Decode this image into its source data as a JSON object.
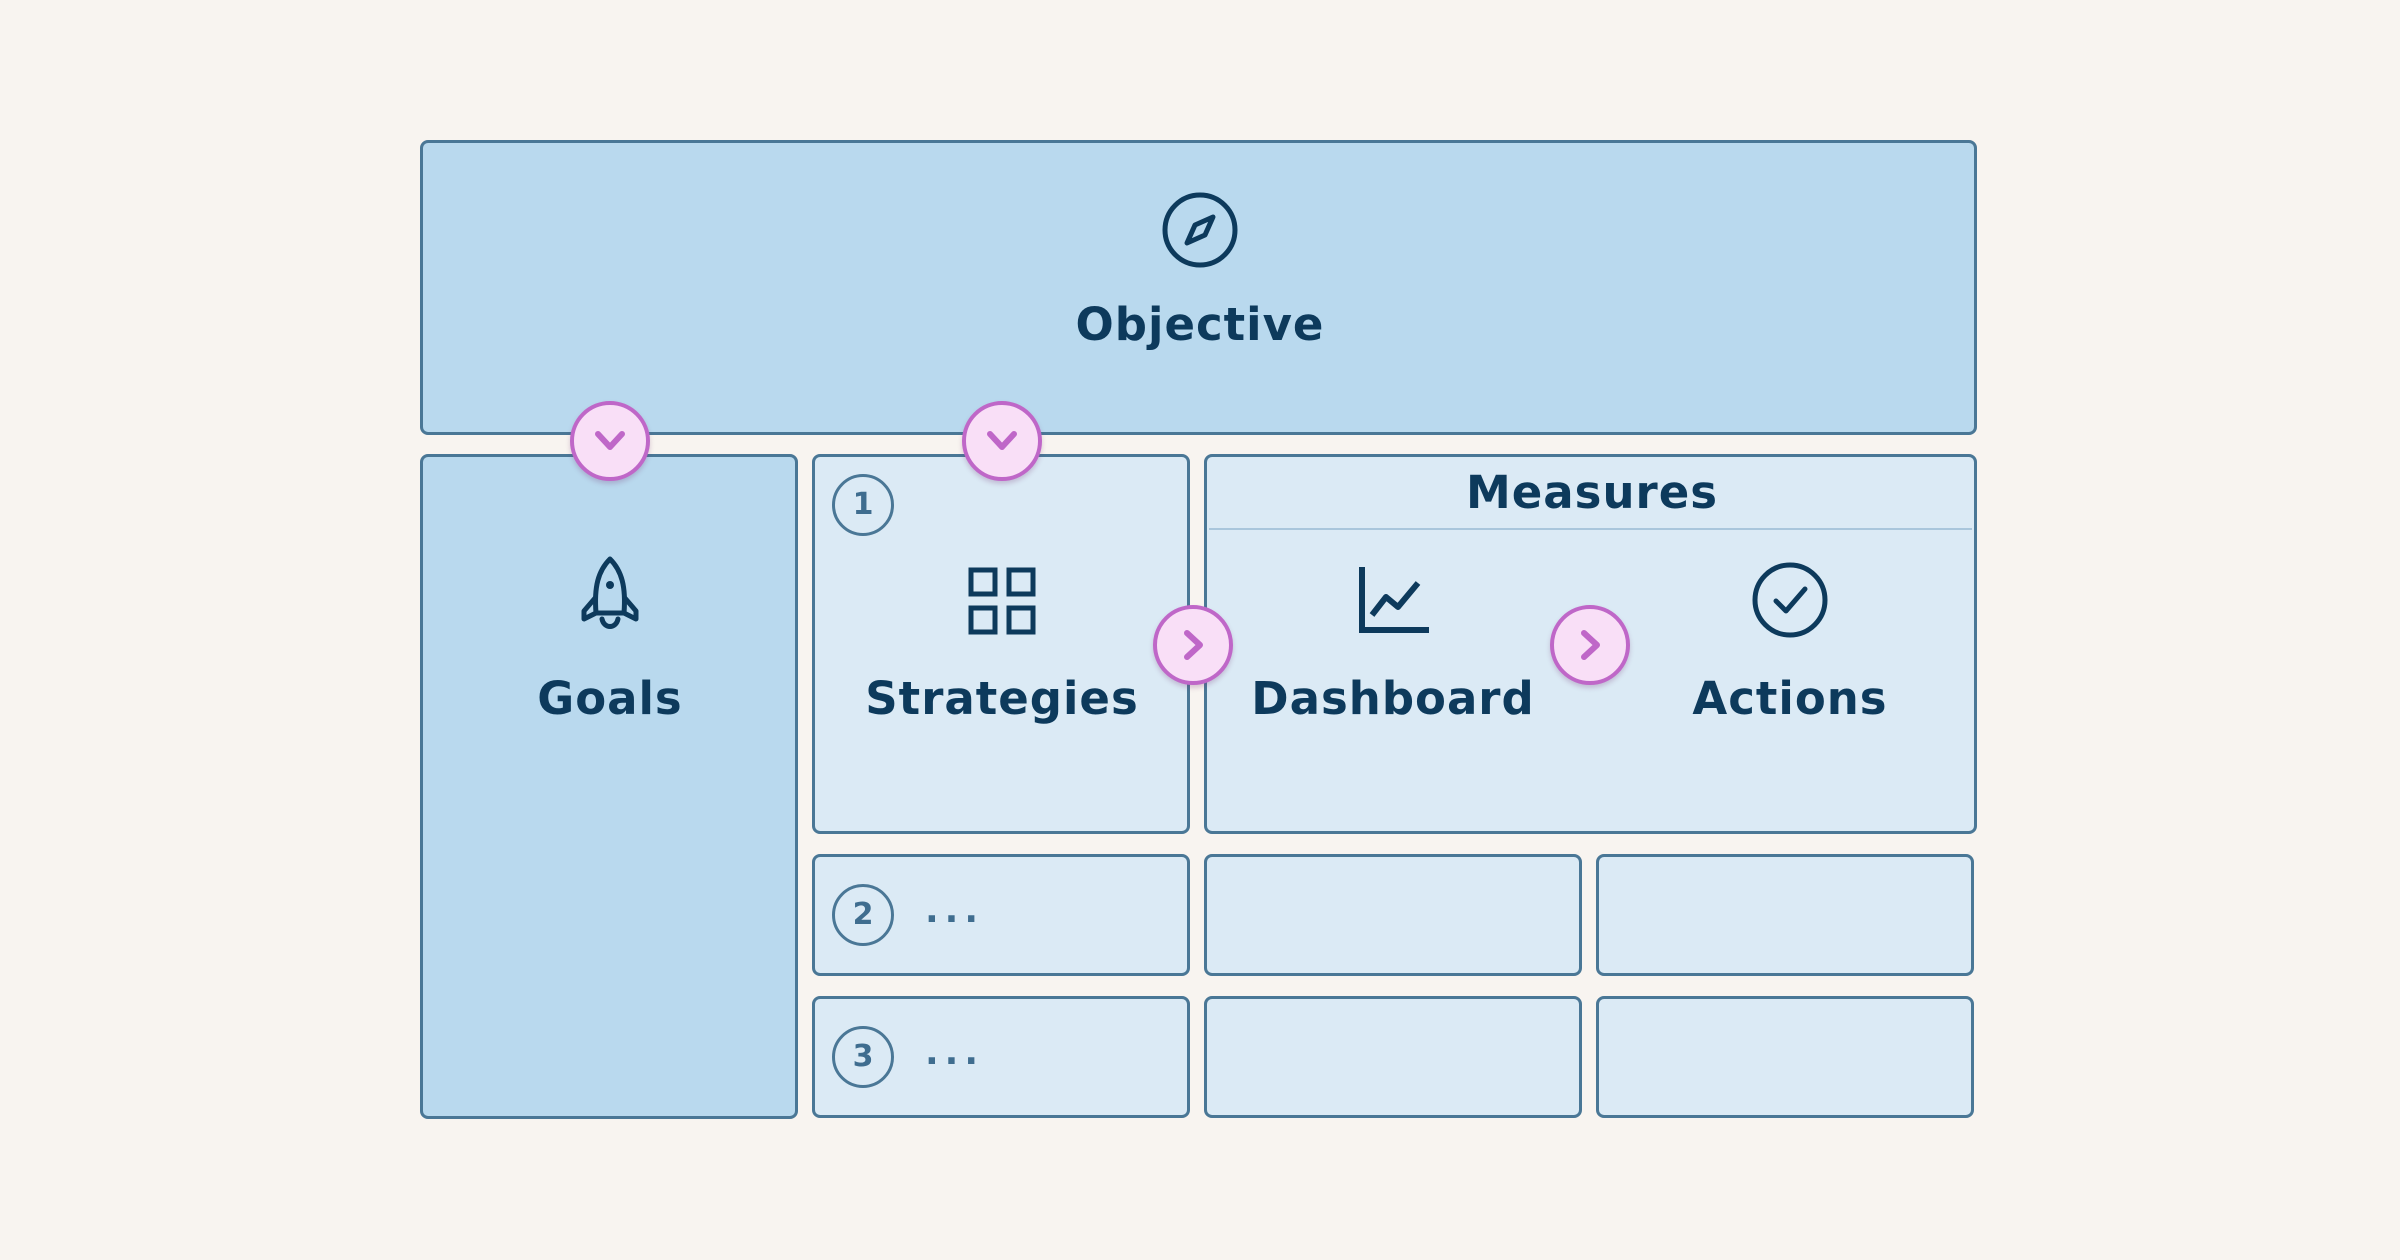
{
  "objective": {
    "label": "Objective",
    "icon": "compass-icon"
  },
  "goals": {
    "label": "Goals",
    "icon": "rocket-icon"
  },
  "strategies": {
    "number": "1",
    "label": "Strategies",
    "icon": "grid-icon"
  },
  "measures": {
    "title": "Measures",
    "dashboard": {
      "label": "Dashboard",
      "icon": "line-chart-icon"
    },
    "actions": {
      "label": "Actions",
      "icon": "check-circle-icon"
    }
  },
  "rows": [
    {
      "number": "2",
      "placeholder": "..."
    },
    {
      "number": "3",
      "placeholder": "..."
    }
  ],
  "colors": {
    "background": "#f8f4f0",
    "box_dark": "#b9d9ee",
    "box_light": "#dbeaf5",
    "border": "#4a7796",
    "text": "#0d3a5c",
    "connector_fill": "#f9dff7",
    "connector_stroke": "#bf67c8"
  }
}
